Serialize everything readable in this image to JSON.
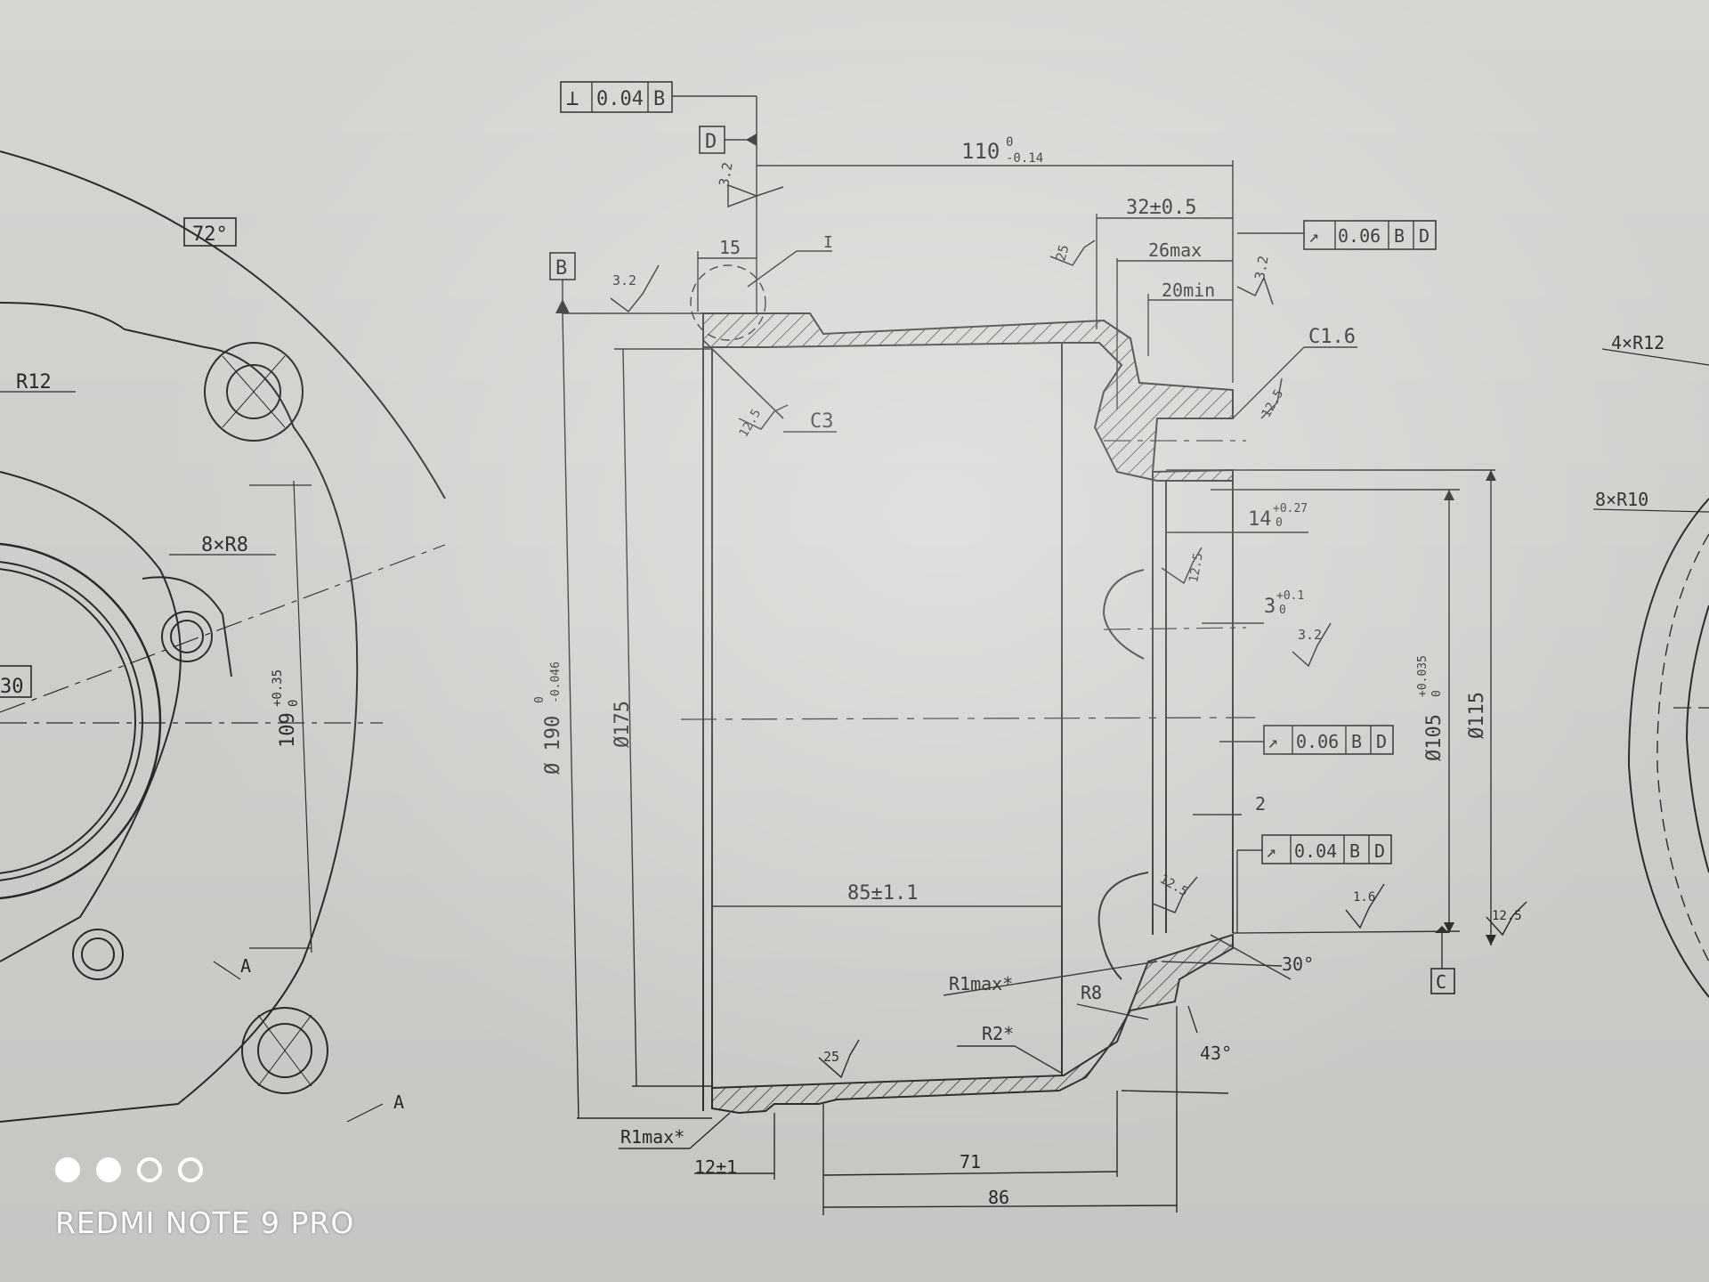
{
  "drawing": {
    "left_view": {
      "angle_box": "72°",
      "radius_label": "R12",
      "fillet_label": "8×R8",
      "angle_30_box": "30",
      "dim_109_main": "109",
      "dim_109_tol": "+0.35",
      "dim_109_tol_lower": "0",
      "section_mark_upper": "A",
      "section_mark_lower": "A"
    },
    "section_view": {
      "perp_fcf": {
        "symbol": "⊥",
        "value": "0.04",
        "datum": "B"
      },
      "datum_d": "D",
      "datum_b": "B",
      "datum_c": "C",
      "dim_110_main": "110",
      "dim_110_upper": "0",
      "dim_110_lower": "-0.14",
      "dim_32": "32±0.5",
      "dim_26": "26max",
      "dim_20": "20min",
      "dim_15": "15",
      "detail_i": "I",
      "chamfer_c1_6": "C1.6",
      "chamfer_c3": "C3",
      "runout_top": {
        "value": "0.06",
        "datum1": "B",
        "datum2": "D"
      },
      "runout_mid": {
        "value": "0.06",
        "datum1": "B",
        "datum2": "D"
      },
      "runout_low": {
        "value": "0.04",
        "datum1": "B",
        "datum2": "D"
      },
      "dim_14_main": "14",
      "dim_14_tol": "+0.27",
      "dim_14_tol_lower": "0",
      "dim_3_main": "3",
      "dim_3_tol": "+0.1",
      "dim_3_tol_lower": "0",
      "dim_2": "2",
      "dia_190_main": "Ø 190",
      "dia_190_upper": "0",
      "dia_190_lower": "-0.046",
      "dia_175": "Ø175",
      "dia_105_main": "Ø105",
      "dia_105_upper": "+0.035",
      "dia_105_lower": "0",
      "dia_115": "Ø115",
      "dim_85": "85±1.1",
      "rimax_upper": "R1max*",
      "rimax_lower": "R1max*",
      "r8": "R8",
      "r2": "R2*",
      "angle_30": "30°",
      "angle_43": "43°",
      "dim_12": "12±1",
      "dim_71": "71",
      "dim_86": "86"
    },
    "roughness": {
      "r_3_2_a": "3.2",
      "r_3_2_b": "3.2",
      "r_3_2_c": "3.2",
      "r_3_2_d": "3.2",
      "r_25_a": "25",
      "r_25_b": "25",
      "r_12_5_a": "12.5",
      "r_12_5_b": "12.5",
      "r_12_5_c": "12.5",
      "r_12_5_d": "12.5",
      "r_12_5_e": "12.5",
      "r_1_6": "1.6"
    },
    "right_view": {
      "r12_count": "4×R12",
      "r10_count": "8×R10"
    }
  },
  "watermark": {
    "text": "REDMI NOTE 9 PRO",
    "dots_filled": 2,
    "dots_total": 4
  }
}
